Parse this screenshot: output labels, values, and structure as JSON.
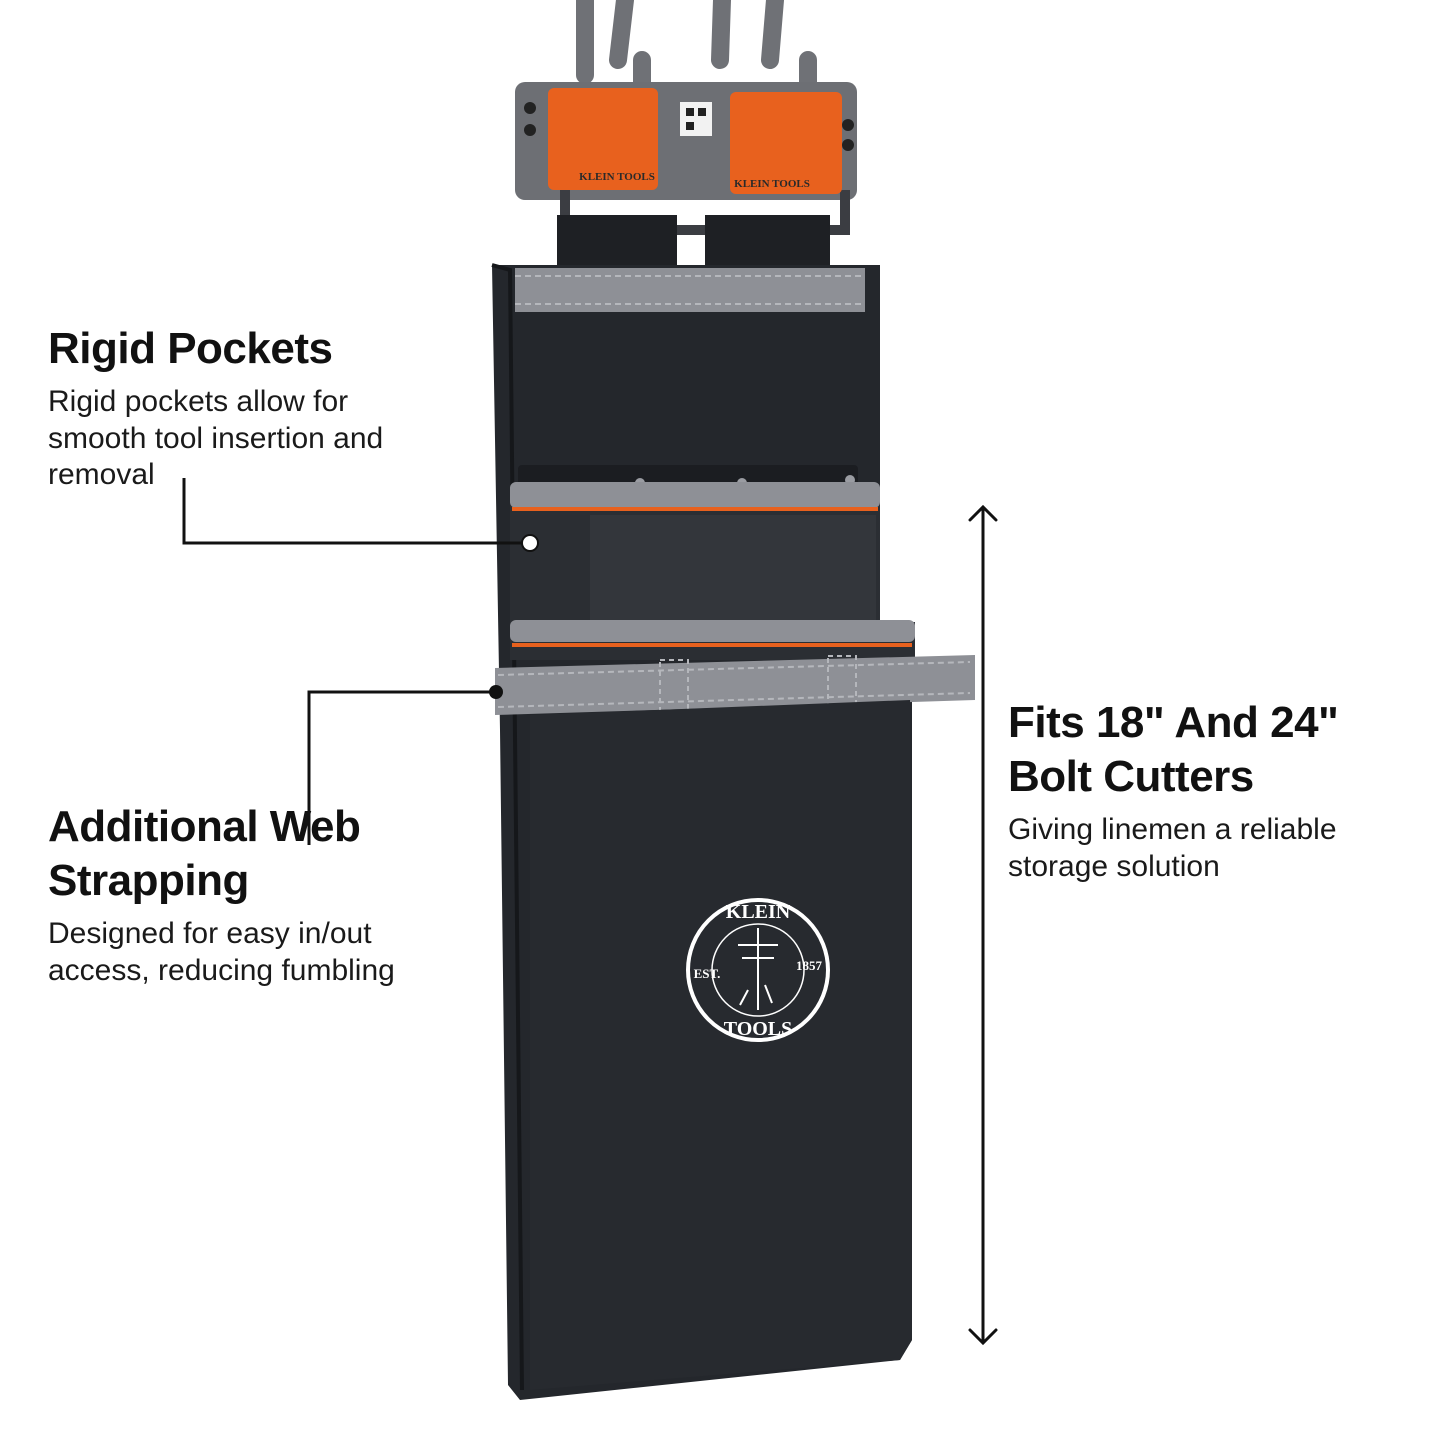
{
  "callouts": {
    "rigid_pockets": {
      "title": "Rigid Pockets",
      "text": "Rigid pockets allow for\nsmooth tool insertion and\nremoval"
    },
    "web_strapping": {
      "title": "Additional Web\nStrapping",
      "text": "Designed for easy in/out\naccess, reducing fumbling"
    },
    "bolt_cutters": {
      "title": "Fits 18\" And 24\"\nBolt Cutters",
      "text": "Giving linemen a reliable\nstorage solution"
    }
  },
  "product": {
    "bracket_label_left": "KLEIN TOOLS",
    "bracket_label_right": "KLEIN TOOLS",
    "logo": {
      "top": "KLEIN",
      "left": "EST.",
      "right": "1857",
      "bottom": "TOOLS"
    }
  },
  "colors": {
    "canvas_black": "#24272c",
    "trim_gray": "#8e9096",
    "accent_orange": "#e8611e",
    "bracket_gray": "#6d6f74"
  }
}
